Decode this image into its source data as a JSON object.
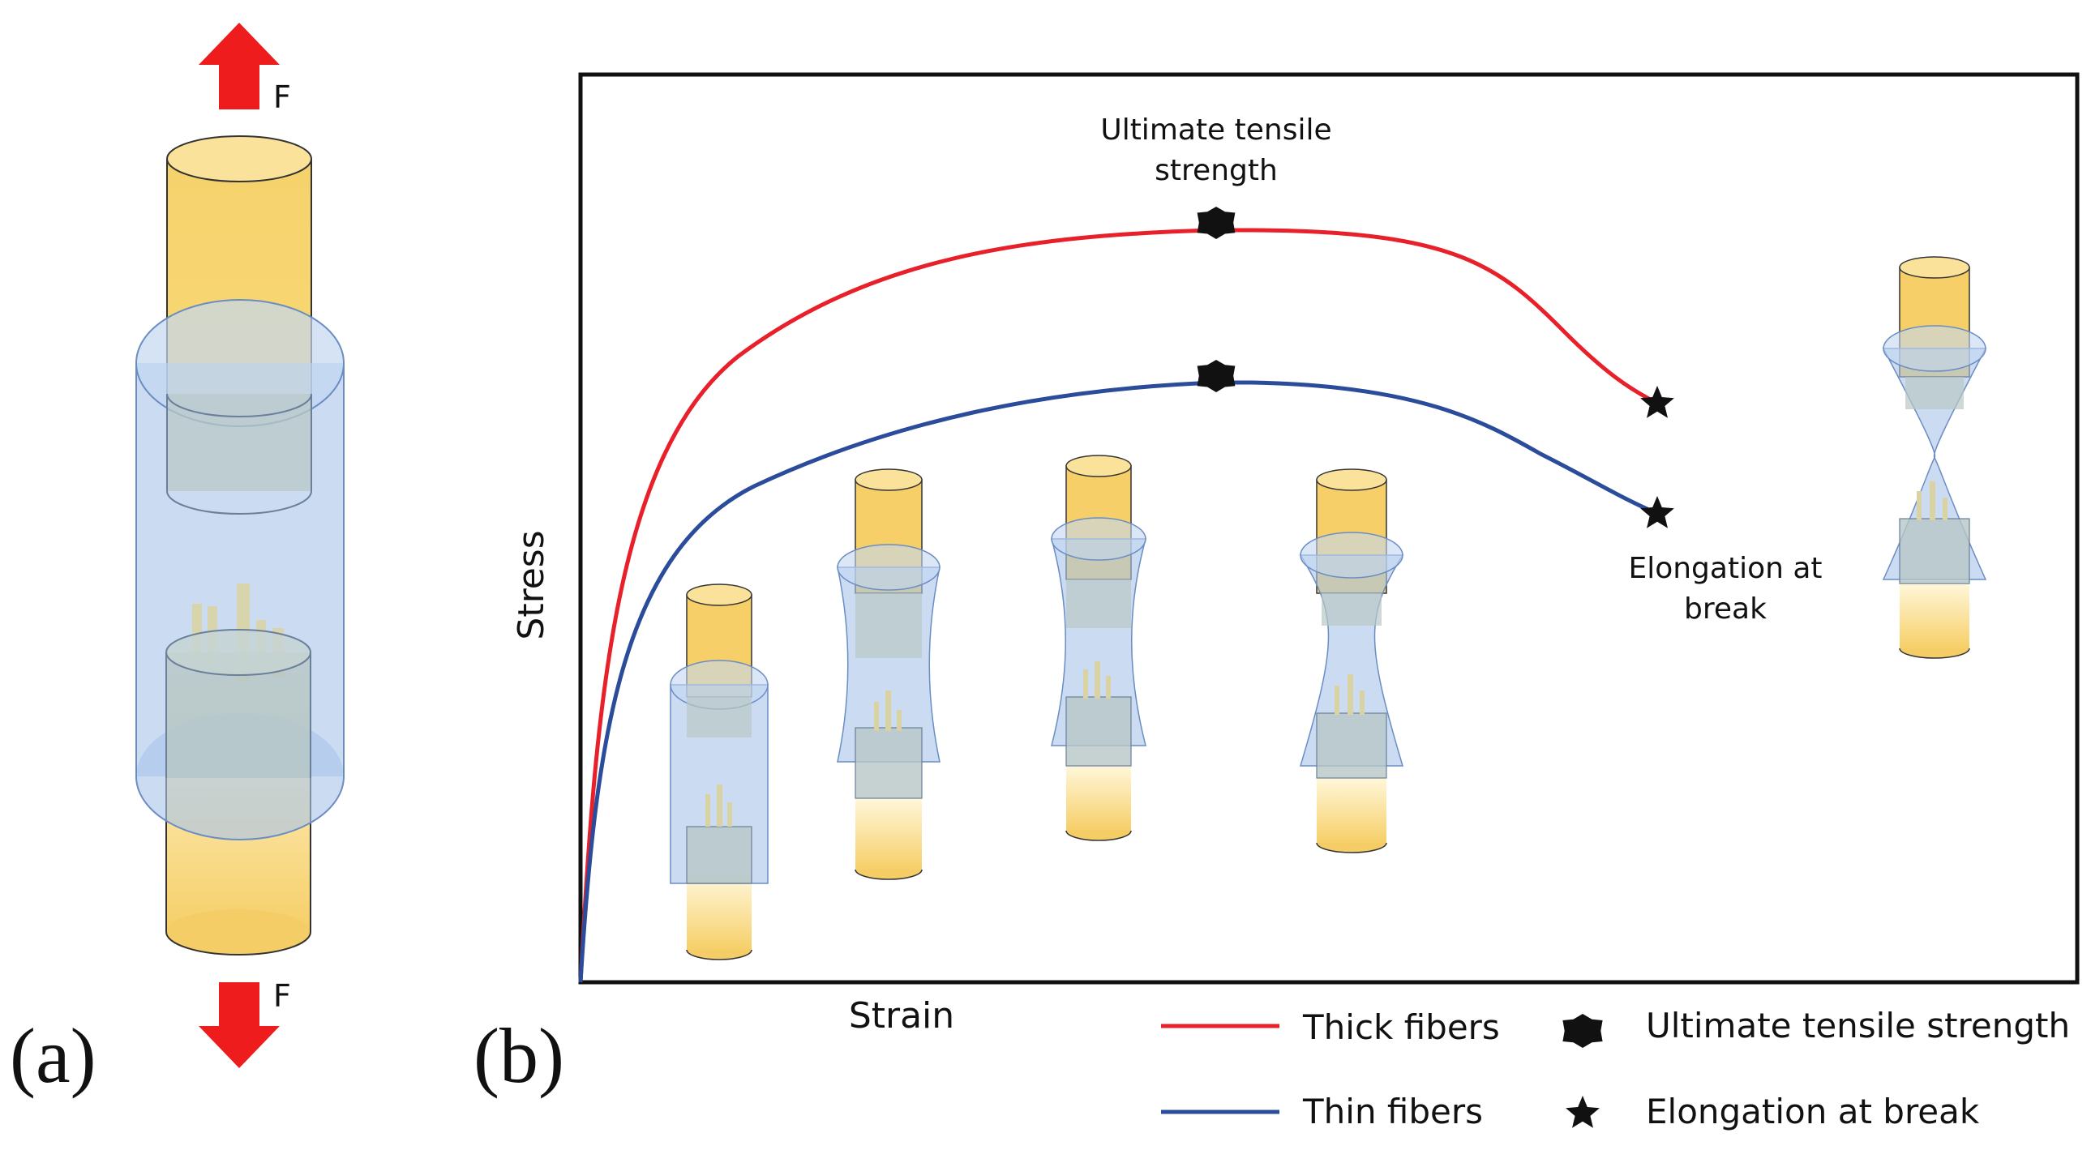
{
  "panel_a": {
    "label": "(a)",
    "force_top": "F",
    "force_bottom": "F"
  },
  "panel_b": {
    "label": "(b)",
    "xlabel": "Strain",
    "ylabel": "Stress",
    "annotation_uts": [
      "Ultimate tensile",
      "strength"
    ],
    "annotation_break": [
      "Elongation at",
      "break"
    ]
  },
  "legend": {
    "thick": "Thick fibers",
    "thin": "Thin fibers",
    "uts": "Ultimate tensile strength",
    "break": "Elongation at break"
  },
  "colors": {
    "thick": "#e8202a",
    "thin": "#2b4c9a",
    "arrow": "#ee1c1c",
    "yellow": "#f7d26b",
    "blue_sleeve": "#a8c4e8"
  }
}
